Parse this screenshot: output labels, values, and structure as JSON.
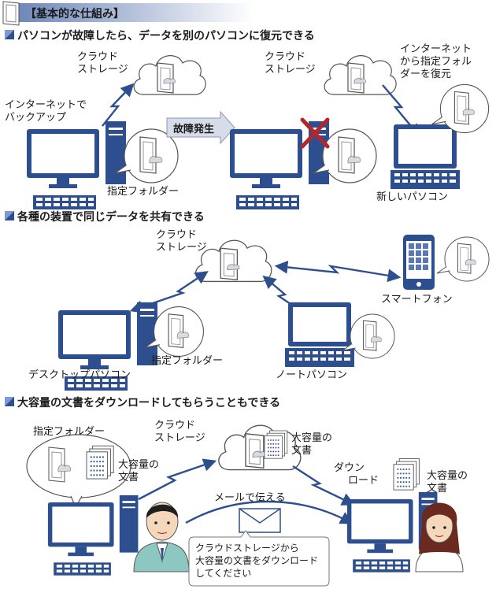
{
  "header": {
    "title": "【基本的な仕組み】"
  },
  "sections": [
    {
      "heading": "パソコンが故障したら、データを別のパソコンに復元できる",
      "labels": {
        "cloud_left": [
          "クラウド",
          "ストレージ"
        ],
        "backup": [
          "インターネットで",
          "バックアップ"
        ],
        "folder": "指定フォルダー",
        "failure": "故障発生",
        "cloud_right": [
          "クラウド",
          "ストレージ"
        ],
        "restore": [
          "インターネット",
          "から指定フォル",
          "ダーを復元"
        ],
        "new_pc": "新しいパソコン"
      }
    },
    {
      "heading": "各種の装置で同じデータを共有できる",
      "labels": {
        "cloud": [
          "クラウド",
          "ストレージ"
        ],
        "smartphone": "スマートフォン",
        "folder": "指定フォルダー",
        "desktop": "デスクトップパソコン",
        "notebook": "ノートパソコン"
      }
    },
    {
      "heading": "大容量の文書をダウンロードしてもらうこともできる",
      "labels": {
        "folder": "指定フォルダー",
        "bigdoc_left": [
          "大容量の",
          "文書"
        ],
        "cloud": [
          "クラウド",
          "ストレージ"
        ],
        "bigdoc_cloud": [
          "大容量の",
          "文書"
        ],
        "download": [
          "ダウン",
          "ロード"
        ],
        "bigdoc_right": [
          "大容量の",
          "文書"
        ],
        "mail": "メールで伝える",
        "message": [
          "クラウドストレージから",
          "大容量の文書をダウンロード",
          "してください"
        ]
      }
    }
  ],
  "colors": {
    "blue": "#2e4f8f",
    "screen": "#ffffff",
    "red": "#b3262d",
    "accent": "#5b78b6",
    "arrow_fill": "#d6dce8",
    "skin": "#f5d7bc",
    "shirt": "#8cc7c2",
    "hair": "#1f1f1f"
  }
}
